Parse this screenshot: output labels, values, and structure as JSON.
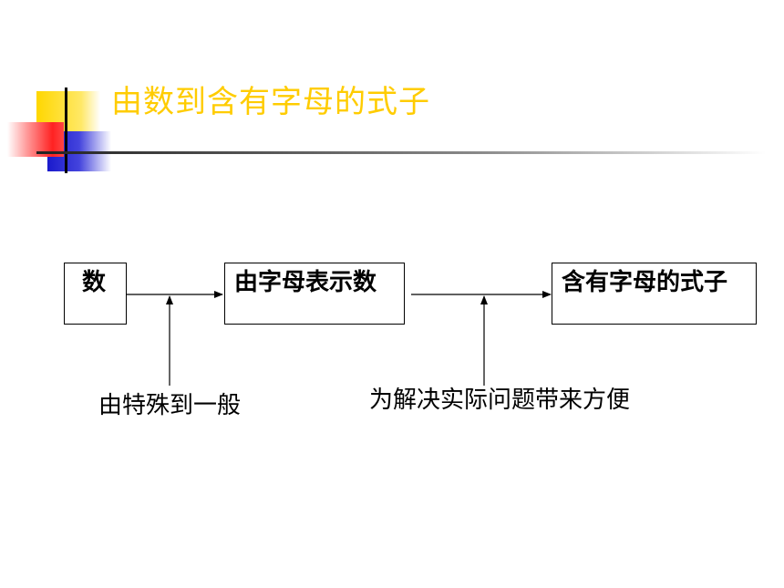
{
  "slide": {
    "title": "由数到含有字母的式子"
  },
  "diagram": {
    "nodes": [
      {
        "id": "n1",
        "text": "数"
      },
      {
        "id": "n2",
        "text": "由字母表示数"
      },
      {
        "id": "n3",
        "text": "含有字母的式子"
      }
    ],
    "annotations": [
      {
        "target": "edge-n1-n2",
        "text": "由特殊到一般"
      },
      {
        "target": "edge-n2-n3",
        "text": "为解决实际问题带来方便"
      }
    ]
  },
  "colors": {
    "title": "#FFCC00",
    "deco_yellow": "#FFD700",
    "deco_red": "#FF3333",
    "deco_blue": "#2222CC"
  }
}
